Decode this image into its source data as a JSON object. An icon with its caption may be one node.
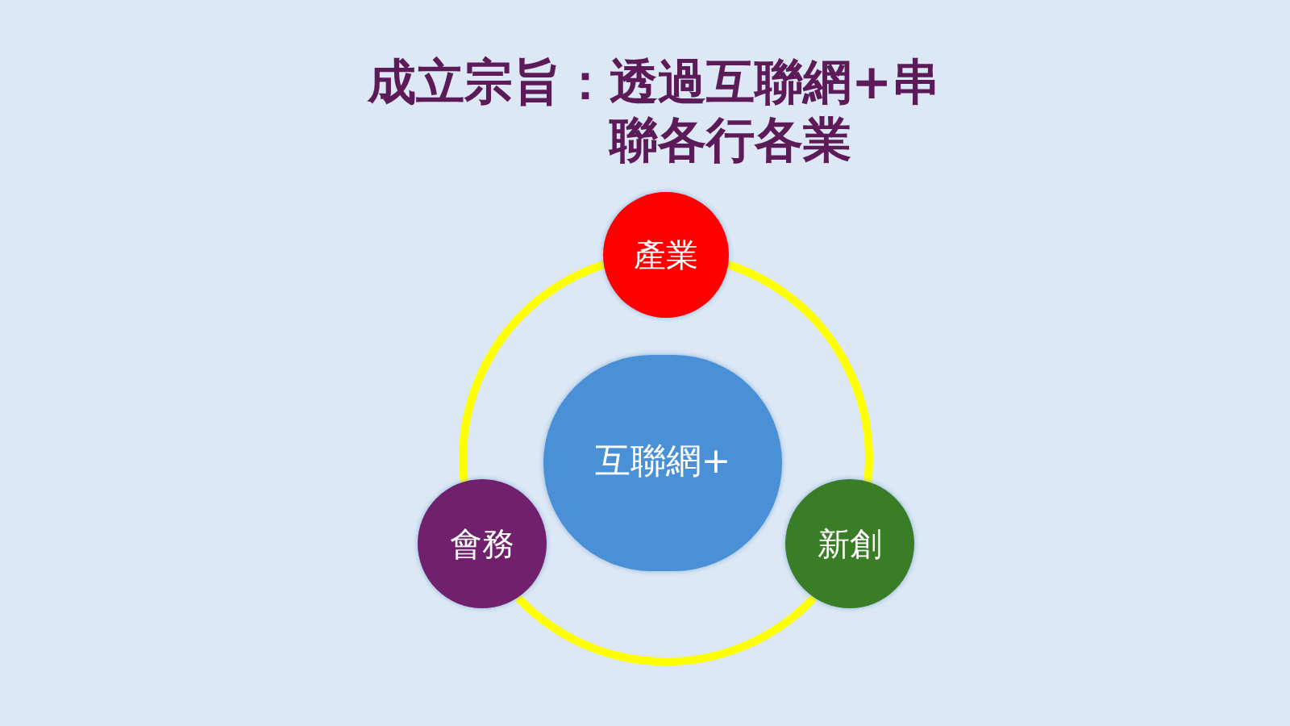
{
  "diagram": {
    "title": "成立宗旨：透過互聯網+串聯各行各業",
    "nodes": [
      {
        "text": [
          "產業"
        ]
      },
      {
        "text": [
          "互聯網+"
        ]
      },
      {
        "text": [
          "會務"
        ]
      },
      {
        "text": [
          "新創"
        ]
      }
    ],
    "edges": [
      {
        "from": 0,
        "to": 3,
        "arrow": "none"
      },
      {
        "from": 3,
        "to": 2,
        "arrow": "none"
      },
      {
        "from": 2,
        "to": 0,
        "arrow": "none"
      }
    ]
  }
}
